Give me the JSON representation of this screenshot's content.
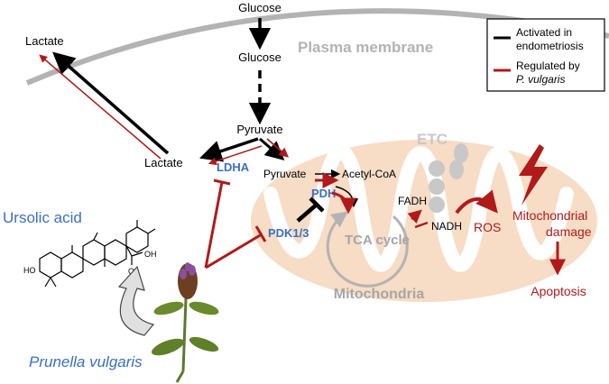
{
  "colors": {
    "activated": "#000000",
    "regulated": "#b01a1a",
    "blue_label": "#3a6fc4",
    "membrane": "#b3b3b3",
    "mito_fill": "#f7dcc6",
    "etc": "#c8c8c8",
    "plant": "#6b3f1f"
  },
  "labels": {
    "glucose_outside": "Glucose",
    "glucose_inside": "Glucose",
    "plasma_membrane": "Plasma membrane",
    "lactate_outside": "Lactate",
    "pyruvate_cyto": "Pyruvate",
    "lactate_cyto": "Lactate",
    "ldha": "LDHA",
    "pyruvate_mito": "Pyruvate",
    "acetyl_coa": "Acetyl-CoA",
    "pdh": "PDH",
    "pdk": "PDK1/3",
    "fadh": "FADH",
    "nadh": "NADH",
    "etc": "ETC",
    "ros": "ROS",
    "mito_damage_1": "Mitochondrial",
    "mito_damage_2": "damage",
    "apoptosis": "Apoptosis",
    "tca": "TCA cycle",
    "mitochondria": "Mitochondria",
    "ursolic": "Ursolic acid",
    "oh": "OH",
    "ho": "HO",
    "o": "O",
    "plant_name": "Prunella vulgaris"
  },
  "legend": {
    "activated_1": "Activated in",
    "activated_2": "endometriosis",
    "regulated_1": "Regulated by",
    "regulated_2": "P. vulgaris"
  }
}
